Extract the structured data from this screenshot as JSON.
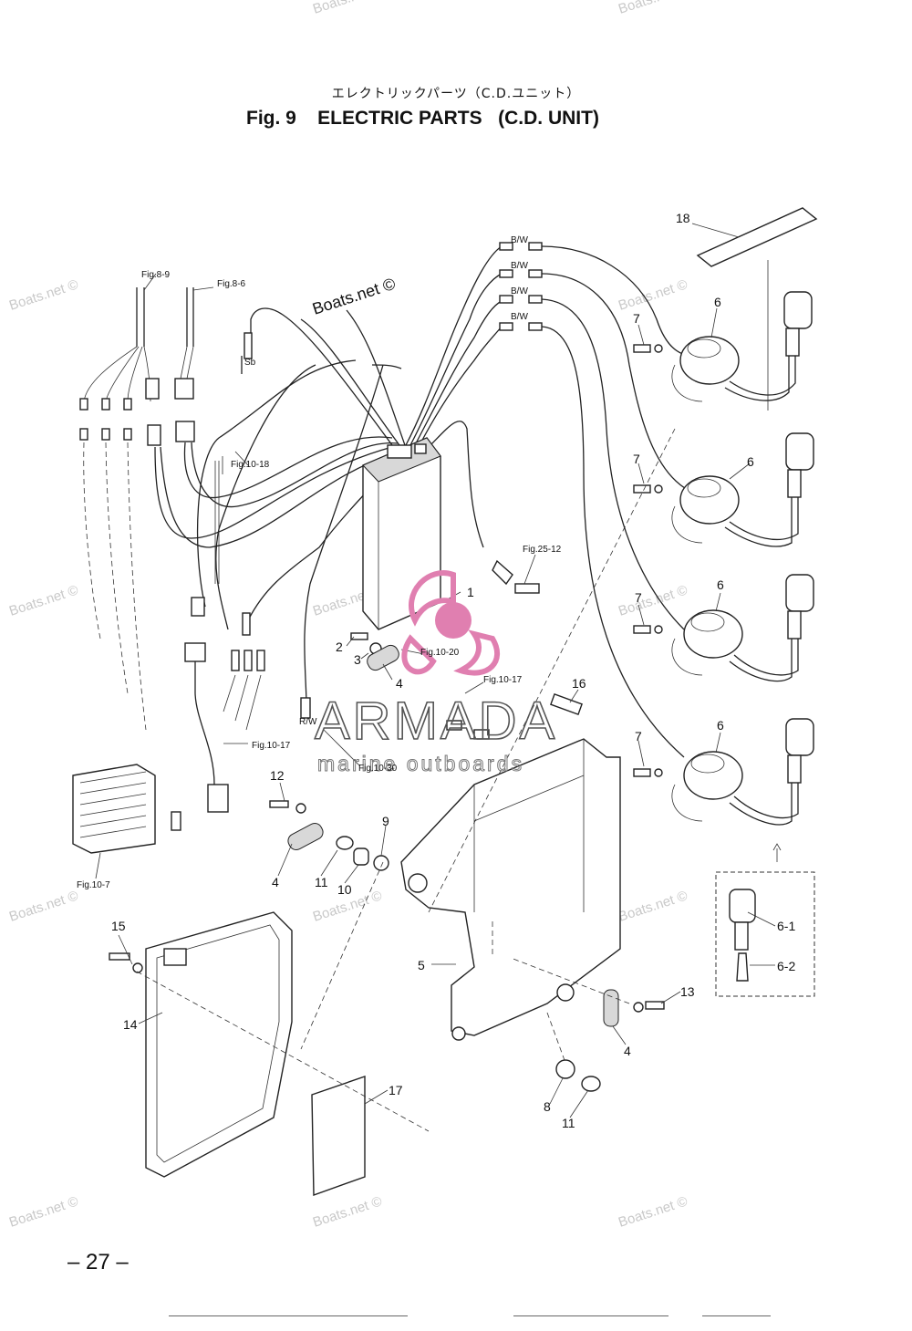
{
  "header": {
    "title_jp": "エレクトリックパーツ（C.D.ユニット）",
    "title_en": "Fig. 9    ELECTRIC PARTS   (C.D. UNIT)"
  },
  "watermark": "Boats.net ©",
  "logo": {
    "name": "ARMADA",
    "tagline": "marine outboards"
  },
  "wire_labels": {
    "bw": "B/W",
    "rw": "R/W",
    "sb": "Sb"
  },
  "references": {
    "fig_8_9": "Fig.8-9",
    "fig_8_6": "Fig.8-6",
    "fig_10_18": "Fig.10-18",
    "fig_25_12": "Fig.25-12",
    "fig_10_20": "Fig.10-20",
    "fig_10_17": "Fig.10-17",
    "fig_10_30": "Fig.10-30",
    "fig_10_7": "Fig.10-7"
  },
  "callouts": {
    "c1": "1",
    "c2": "2",
    "c3": "3",
    "c4": "4",
    "c5": "5",
    "c6": "6",
    "c6_1": "6-1",
    "c6_2": "6-2",
    "c7": "7",
    "c8": "8",
    "c9": "9",
    "c10": "10",
    "c11": "11",
    "c12": "12",
    "c13": "13",
    "c14": "14",
    "c15": "15",
    "c16": "16",
    "c17": "17",
    "c18": "18"
  },
  "page_number": "– 27 –",
  "colors": {
    "logo_pink": "#e07fb0",
    "ink": "#222222",
    "watermark": "#c9c9c9"
  }
}
